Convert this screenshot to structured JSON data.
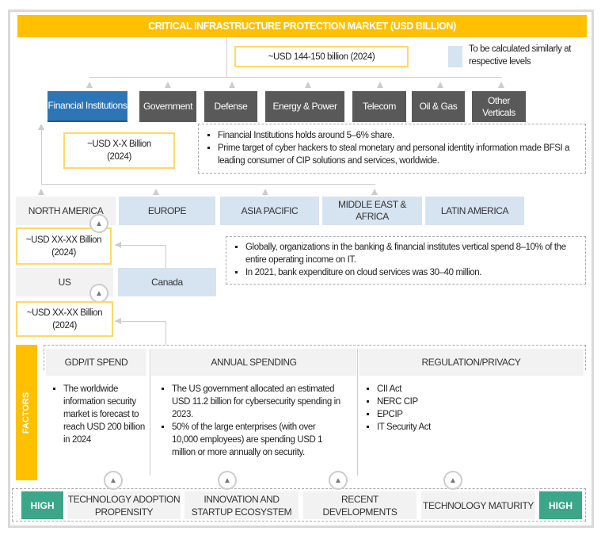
{
  "title": "CRITICAL INFRASTRUCTURE PROTECTION MARKET (USD BILLION)",
  "total_value": "~USD 144-150 billion (2024)",
  "legend": {
    "text": "To be calculated similarly at respective levels",
    "color": "#D6E3F0"
  },
  "verticals": [
    "Financial Institutions",
    "Government",
    "Defense",
    "Energy & Power",
    "Telecom",
    "Oil & Gas",
    "Other Verticals"
  ],
  "vertical_value": "~USD X-X Billion (2024)",
  "vertical_notes": [
    "Financial Institutions holds around 5–6% share.",
    "Prime target of cyber hackers to steal monetary and personal identity information made BFSI a leading consumer of CIP solutions and services, worldwide."
  ],
  "regions": [
    "NORTH AMERICA",
    "EUROPE",
    "ASIA PACIFIC",
    "MIDDLE EAST & AFRICA",
    "LATIN AMERICA"
  ],
  "region_value": "~USD XX-XX Billion (2024)",
  "region_notes": [
    "Globally, organizations in the banking & financial institutes vertical spend 8–10% of the entire operating income on IT.",
    "In 2021, bank expenditure on cloud services was 30–40 million."
  ],
  "countries": [
    "US",
    "Canada"
  ],
  "country_value": "~USD XX-XX Billion (2024)",
  "factors_label": "FACTORS",
  "factor_columns": [
    {
      "header": "GDP/IT SPEND",
      "items": [
        "The worldwide information security market is forecast to reach USD 200 billion in 2024"
      ]
    },
    {
      "header": "ANNUAL SPENDING",
      "items": [
        "The US government allocated an estimated USD 11.2 billion for cybersecurity spending in 2023.",
        "50% of the large enterprises (with over 10,000 employees) are spending USD 1 million or more annually on security."
      ]
    },
    {
      "header": "REGULATION/PRIVACY",
      "items": [
        "CII Act",
        "NERC CIP",
        "EPCIP",
        "IT Security Act"
      ]
    }
  ],
  "bottom": {
    "high_left": "HIGH",
    "high_right": "HIGH",
    "items": [
      "TECHNOLOGY ADOPTION PROPENSITY",
      "INNOVATION AND STARTUP ECOSYSTEM",
      "RECENT DEVELOPMENTS",
      "TECHNOLOGY MATURITY"
    ]
  },
  "colors": {
    "accent": "#FFC000",
    "blue": "#2E75B6",
    "dark": "#595959",
    "teal": "#3BA68A"
  }
}
